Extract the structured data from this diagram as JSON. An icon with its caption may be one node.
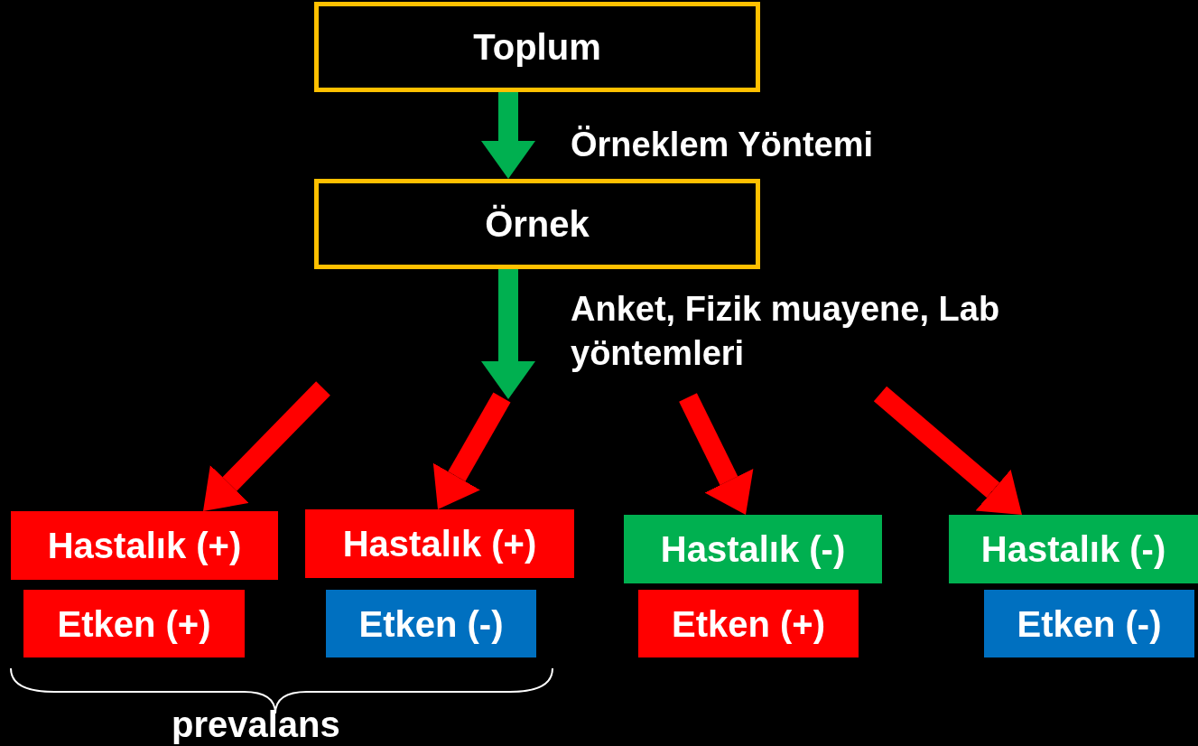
{
  "diagram": {
    "nodes": [
      {
        "text": [
          "Toplum"
        ]
      },
      {
        "text": [
          "Örnek"
        ]
      },
      {
        "text": [
          "Hastalık (+)"
        ]
      },
      {
        "text": [
          "Etken (+)"
        ]
      },
      {
        "text": [
          "Hastalık (+)"
        ]
      },
      {
        "text": [
          "Etken (-)"
        ]
      },
      {
        "text": [
          "Hastalık (-)"
        ]
      },
      {
        "text": [
          "Etken (+)"
        ]
      },
      {
        "text": [
          "Hastalık (-)"
        ]
      },
      {
        "text": [
          "Etken (-)"
        ]
      }
    ],
    "edges": [
      {
        "from": 0,
        "to": 1,
        "arrow": "to",
        "label": "Örneklem Yöntemi",
        "color": "#00b050"
      },
      {
        "from": 1,
        "to": null,
        "arrow": "to",
        "label": "Anket, Fizik muayene, Lab yöntemleri",
        "color": "#00b050"
      },
      {
        "from": null,
        "to": 2,
        "arrow": "to"
      },
      {
        "from": null,
        "to": 4,
        "arrow": "to"
      },
      {
        "from": null,
        "to": 6,
        "arrow": "to"
      },
      {
        "from": null,
        "to": 8,
        "arrow": "to"
      }
    ],
    "labels": [
      "prevalans"
    ]
  }
}
